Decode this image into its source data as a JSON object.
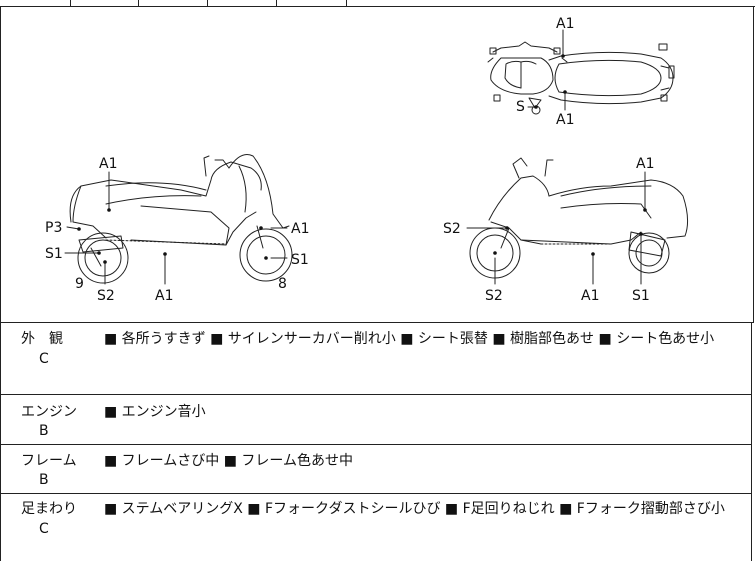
{
  "diagram": {
    "top_view": {
      "a1_top": "A1",
      "a1_bottom": "A1",
      "s": "S"
    },
    "left_view": {
      "a1_top": "A1",
      "p3": "P3",
      "s1_left": "S1",
      "a1_right": "A1",
      "s1_right": "S1",
      "num9": "9",
      "num8": "8",
      "s2": "S2",
      "a1_bottom": "A1"
    },
    "right_view": {
      "a1_top": "A1",
      "s2_left": "S2",
      "s2_bottom": "S2",
      "a1_bottom": "A1",
      "s1": "S1"
    }
  },
  "rows": [
    {
      "head": "外　観",
      "grade": "C",
      "notes": "■ 各所うすきず ■ サイレンサーカバー削れ小 ■ シート張替 ■ 樹脂部色あせ ■ シート色あせ小"
    },
    {
      "head": "エンジン",
      "grade": "B",
      "notes": "■ エンジン音小"
    },
    {
      "head": "フレーム",
      "grade": "B",
      "notes": "■ フレームさび中 ■ フレーム色あせ中"
    },
    {
      "head": "足まわり",
      "grade": "C",
      "notes": "■ ステムベアリングX ■ Fフォークダストシールひび ■ F足回りねじれ ■ Fフォーク摺動部さび小"
    }
  ]
}
